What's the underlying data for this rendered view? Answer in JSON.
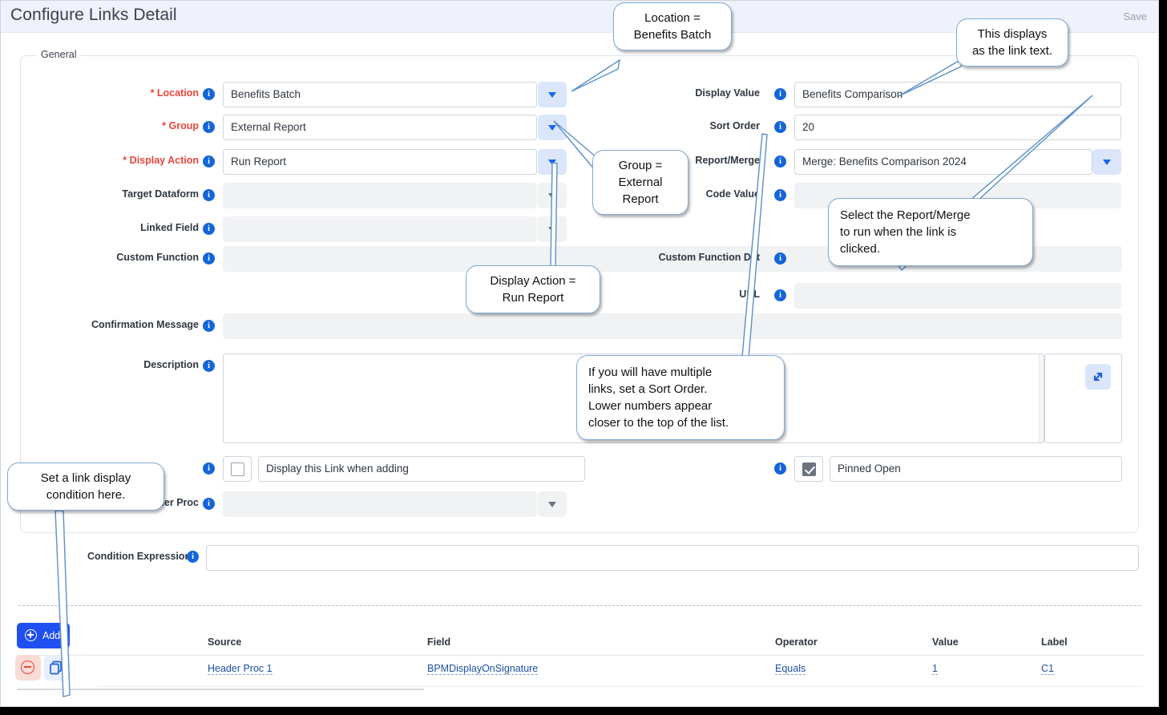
{
  "window": {
    "title": "Configure Links Detail",
    "save_label": "Save"
  },
  "panel": {
    "legend": "General",
    "left_fields": [
      {
        "label": "* Location",
        "required": true,
        "value": "Benefits Batch",
        "disabled": false,
        "dropdown": "active"
      },
      {
        "label": "* Group",
        "required": true,
        "value": "External Report",
        "disabled": false,
        "dropdown": "active"
      },
      {
        "label": "* Display Action",
        "required": true,
        "value": "Run Report",
        "disabled": false,
        "dropdown": "active"
      },
      {
        "label": "Target Dataform",
        "required": false,
        "value": "",
        "disabled": true,
        "dropdown": "disabled"
      },
      {
        "label": "Linked Field",
        "required": false,
        "value": "",
        "disabled": true,
        "dropdown": "disabled"
      },
      {
        "label": "Custom Function",
        "required": false,
        "value": "",
        "disabled": true,
        "dropdown": "none"
      },
      {
        "label": "Confirmation Message",
        "required": false,
        "value": "",
        "disabled": true,
        "dropdown": "none"
      }
    ],
    "right_fields": [
      {
        "label": "Display Value",
        "required": false,
        "value": "Benefits Comparison",
        "disabled": false,
        "dropdown": "none"
      },
      {
        "label": "Sort Order",
        "required": false,
        "value": "20",
        "disabled": false,
        "dropdown": "none"
      },
      {
        "label": "Report/Merge",
        "required": false,
        "value": "Merge: Benefits Comparison 2024",
        "disabled": false,
        "dropdown": "active"
      },
      {
        "label": "Code Value",
        "required": false,
        "value": "",
        "disabled": true,
        "dropdown": "none"
      },
      {
        "label": "URL",
        "required": false,
        "value": "",
        "disabled": true,
        "dropdown": "none"
      }
    ],
    "description_label": "Description",
    "checkbox_left": {
      "label": "Display this Link when adding",
      "checked": false
    },
    "checkbox_right": {
      "label": "Pinned Open",
      "checked": true
    },
    "header_proc_label": "Header Proc",
    "header_proc_value": ""
  },
  "condition": {
    "label": "Condition Expression",
    "value": ""
  },
  "table": {
    "add_label": "Add",
    "columns": [
      "Source",
      "Field",
      "Operator",
      "Value",
      "Label"
    ],
    "rows": [
      {
        "source": "Header Proc 1",
        "field": "BPMDisplayOnSignature",
        "operator": "Equals",
        "value": "1",
        "label": "C1"
      }
    ]
  },
  "callouts": [
    {
      "id": "location",
      "text": "Location =\nBenefits Batch"
    },
    {
      "id": "linktext",
      "text": "This displays\nas the link text."
    },
    {
      "id": "group",
      "text": "Group =\nExternal\nReport"
    },
    {
      "id": "reportmerge",
      "text": "Select the Report/Merge\nto run when the link is\nclicked."
    },
    {
      "id": "displayaction",
      "text": "Display Action =\nRun Report"
    },
    {
      "id": "sortorder",
      "text": "If you will have multiple\nlinks, set a Sort Order.\nLower numbers appear\ncloser to the top of the list."
    },
    {
      "id": "condition",
      "text": "Set a link display\ncondition here."
    }
  ],
  "colors": {
    "header_bg": "#eff2fb",
    "accent_blue": "#1565d8",
    "required_red": "#e8453c",
    "add_button": "#1f4ff0",
    "dropdown_active": "#dbe6fb",
    "link_text": "#1c4fa1"
  }
}
